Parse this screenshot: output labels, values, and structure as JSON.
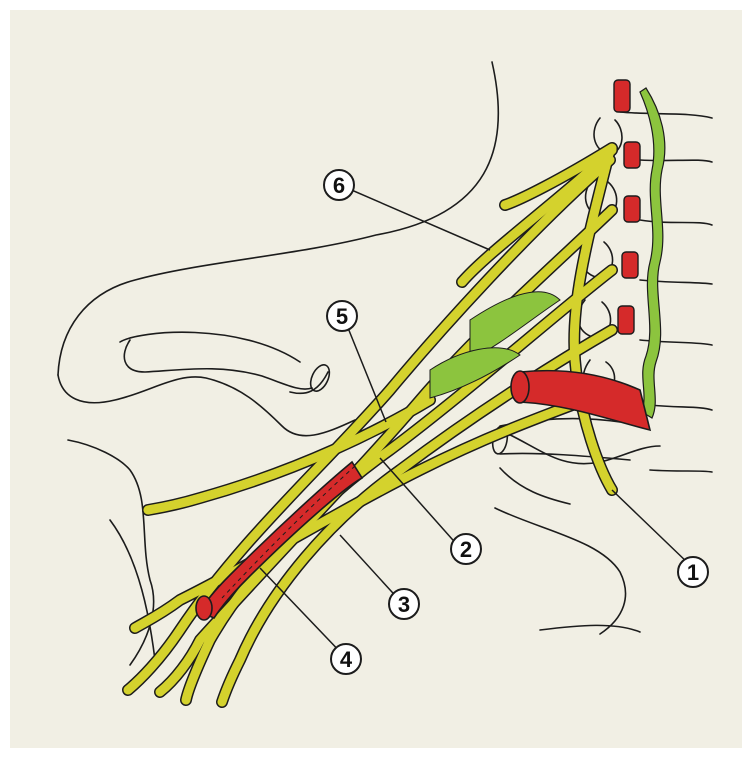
{
  "diagram": {
    "colors": {
      "background": "#f1efe4",
      "frame": "#ffffff",
      "nerve": "#d4d22d",
      "sympathetic": "#8cc43e",
      "artery": "#d52a2a",
      "outline": "#1c1c1c"
    },
    "labels": [
      {
        "id": "label-1",
        "text": "1"
      },
      {
        "id": "label-2",
        "text": "2"
      },
      {
        "id": "label-3",
        "text": "3"
      },
      {
        "id": "label-4",
        "text": "4"
      },
      {
        "id": "label-5",
        "text": "5"
      },
      {
        "id": "label-6",
        "text": "6"
      }
    ]
  }
}
